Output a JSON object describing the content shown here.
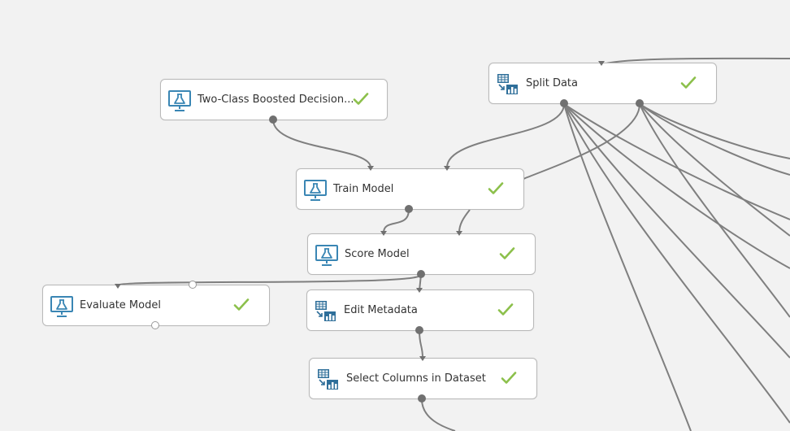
{
  "canvas": {
    "background": "#f2f2f2",
    "edge_color": "#7f7f7f",
    "check_color": "#8cc04b",
    "icon_color": "#3a86b4"
  },
  "modules": {
    "two_class": {
      "label": "Two-Class Boosted Decision...",
      "icon": "flask-monitor-icon",
      "status": "completed"
    },
    "split_data": {
      "label": "Split Data",
      "icon": "table-chart-icon",
      "status": "completed"
    },
    "train_model": {
      "label": "Train Model",
      "icon": "flask-monitor-icon",
      "status": "completed"
    },
    "score_model": {
      "label": "Score Model",
      "icon": "flask-monitor-icon",
      "status": "completed"
    },
    "evaluate_model": {
      "label": "Evaluate Model",
      "icon": "flask-monitor-icon",
      "status": "completed"
    },
    "edit_metadata": {
      "label": "Edit Metadata",
      "icon": "table-chart-icon",
      "status": "completed"
    },
    "select_columns": {
      "label": "Select Columns in Dataset",
      "icon": "table-chart-icon",
      "status": "completed"
    }
  }
}
